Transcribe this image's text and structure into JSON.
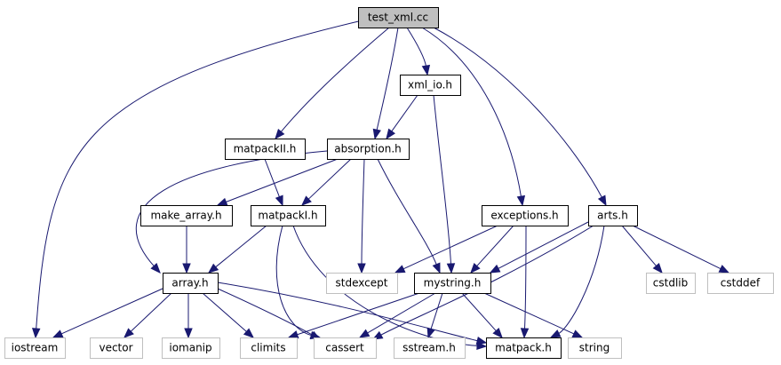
{
  "graph": {
    "nodes": [
      {
        "id": "test_xml_cc",
        "label": "test_xml.cc",
        "kind": "root"
      },
      {
        "id": "xml_io_h",
        "label": "xml_io.h",
        "kind": "local"
      },
      {
        "id": "matpackII_h",
        "label": "matpackII.h",
        "kind": "local"
      },
      {
        "id": "absorption_h",
        "label": "absorption.h",
        "kind": "local"
      },
      {
        "id": "make_array_h",
        "label": "make_array.h",
        "kind": "local"
      },
      {
        "id": "matpackI_h",
        "label": "matpackI.h",
        "kind": "local"
      },
      {
        "id": "exceptions_h",
        "label": "exceptions.h",
        "kind": "local"
      },
      {
        "id": "arts_h",
        "label": "arts.h",
        "kind": "local"
      },
      {
        "id": "stdexcept",
        "label": "stdexcept",
        "kind": "system"
      },
      {
        "id": "array_h",
        "label": "array.h",
        "kind": "local"
      },
      {
        "id": "mystring_h",
        "label": "mystring.h",
        "kind": "local"
      },
      {
        "id": "cstdlib",
        "label": "cstdlib",
        "kind": "system"
      },
      {
        "id": "cstddef",
        "label": "cstddef",
        "kind": "system"
      },
      {
        "id": "iostream",
        "label": "iostream",
        "kind": "system"
      },
      {
        "id": "vector",
        "label": "vector",
        "kind": "system"
      },
      {
        "id": "iomanip",
        "label": "iomanip",
        "kind": "system"
      },
      {
        "id": "climits",
        "label": "climits",
        "kind": "system"
      },
      {
        "id": "cassert",
        "label": "cassert",
        "kind": "system"
      },
      {
        "id": "sstream_h",
        "label": "sstream.h",
        "kind": "system"
      },
      {
        "id": "matpack_h",
        "label": "matpack.h",
        "kind": "local"
      },
      {
        "id": "string",
        "label": "string",
        "kind": "system"
      }
    ],
    "edges": [
      [
        "test_xml_cc",
        "iostream"
      ],
      [
        "test_xml_cc",
        "matpackII_h"
      ],
      [
        "test_xml_cc",
        "absorption_h"
      ],
      [
        "test_xml_cc",
        "xml_io_h"
      ],
      [
        "test_xml_cc",
        "exceptions_h"
      ],
      [
        "test_xml_cc",
        "arts_h"
      ],
      [
        "xml_io_h",
        "absorption_h"
      ],
      [
        "xml_io_h",
        "mystring_h"
      ],
      [
        "matpackII_h",
        "matpackI_h"
      ],
      [
        "absorption_h",
        "make_array_h"
      ],
      [
        "absorption_h",
        "matpackI_h"
      ],
      [
        "absorption_h",
        "array_h"
      ],
      [
        "absorption_h",
        "stdexcept"
      ],
      [
        "absorption_h",
        "mystring_h"
      ],
      [
        "make_array_h",
        "array_h"
      ],
      [
        "matpackI_h",
        "array_h"
      ],
      [
        "matpackI_h",
        "cassert"
      ],
      [
        "matpackI_h",
        "matpack_h"
      ],
      [
        "exceptions_h",
        "stdexcept"
      ],
      [
        "exceptions_h",
        "mystring_h"
      ],
      [
        "exceptions_h",
        "matpack_h"
      ],
      [
        "arts_h",
        "mystring_h"
      ],
      [
        "arts_h",
        "cstdlib"
      ],
      [
        "arts_h",
        "cstddef"
      ],
      [
        "arts_h",
        "cassert"
      ],
      [
        "arts_h",
        "matpack_h"
      ],
      [
        "array_h",
        "iostream"
      ],
      [
        "array_h",
        "vector"
      ],
      [
        "array_h",
        "iomanip"
      ],
      [
        "array_h",
        "climits"
      ],
      [
        "array_h",
        "cassert"
      ],
      [
        "array_h",
        "matpack_h"
      ],
      [
        "mystring_h",
        "climits"
      ],
      [
        "mystring_h",
        "cassert"
      ],
      [
        "mystring_h",
        "sstream_h"
      ],
      [
        "mystring_h",
        "matpack_h"
      ],
      [
        "mystring_h",
        "string"
      ]
    ]
  },
  "colors": {
    "edge": "#191970",
    "root_fill": "#bfbfbf",
    "system_border": "#bfbfbf",
    "local_border": "#000000"
  }
}
